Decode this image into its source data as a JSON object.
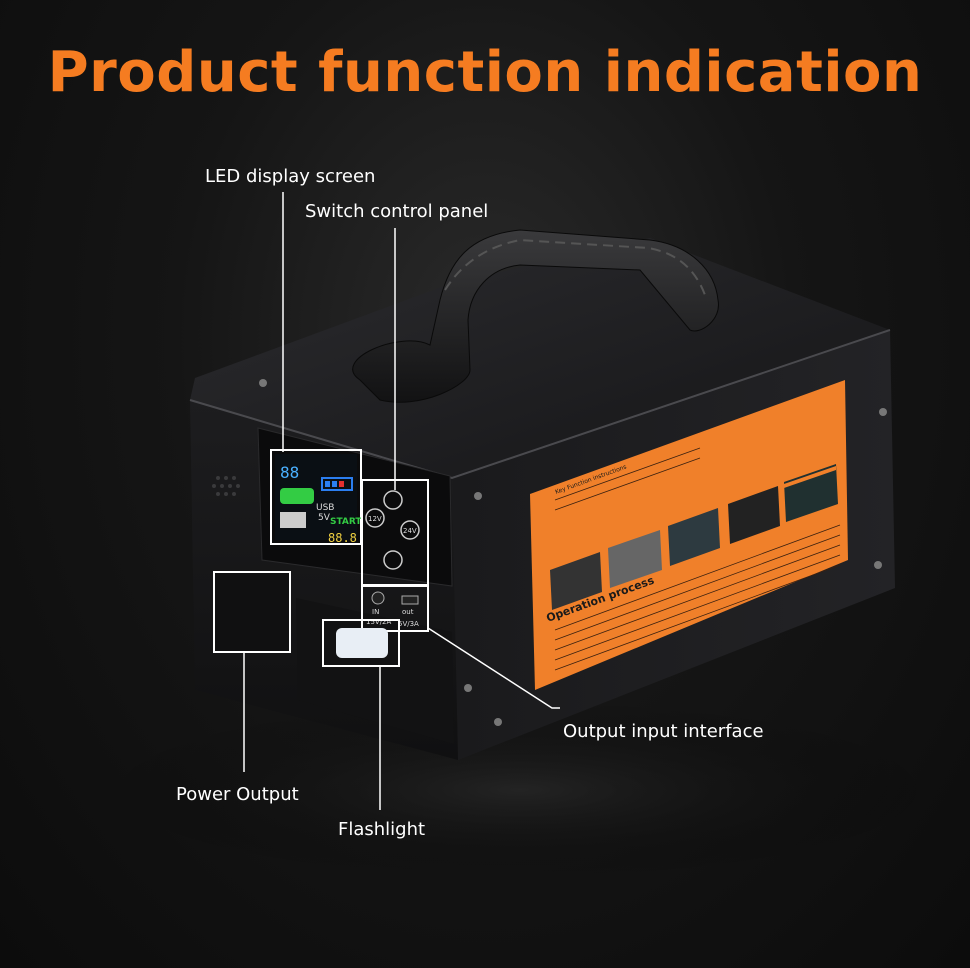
{
  "title": "Product function indication",
  "callouts": {
    "led_display": "LED display screen",
    "switch_panel": "Switch control panel",
    "output_input": "Output input interface",
    "power_output": "Power Output",
    "flashlight": "Flashlight"
  },
  "display": {
    "temp": "88",
    "usb": "USB",
    "usb_voltage": "5V",
    "start": "START",
    "reading": "88.8"
  },
  "buttons": {
    "v12": "12V",
    "v24": "24V"
  },
  "ports": {
    "in_label": "IN",
    "in_rating": "15V/2A",
    "out_label": "out",
    "out_rating": "5V/3A"
  },
  "sticker": {
    "heading": "Operation process",
    "key_heading": "Key Function instructions"
  },
  "colors": {
    "accent": "#f57c21",
    "sticker": "#f0802a",
    "body": "#1b1b1d",
    "callout_line": "#ffffff"
  }
}
